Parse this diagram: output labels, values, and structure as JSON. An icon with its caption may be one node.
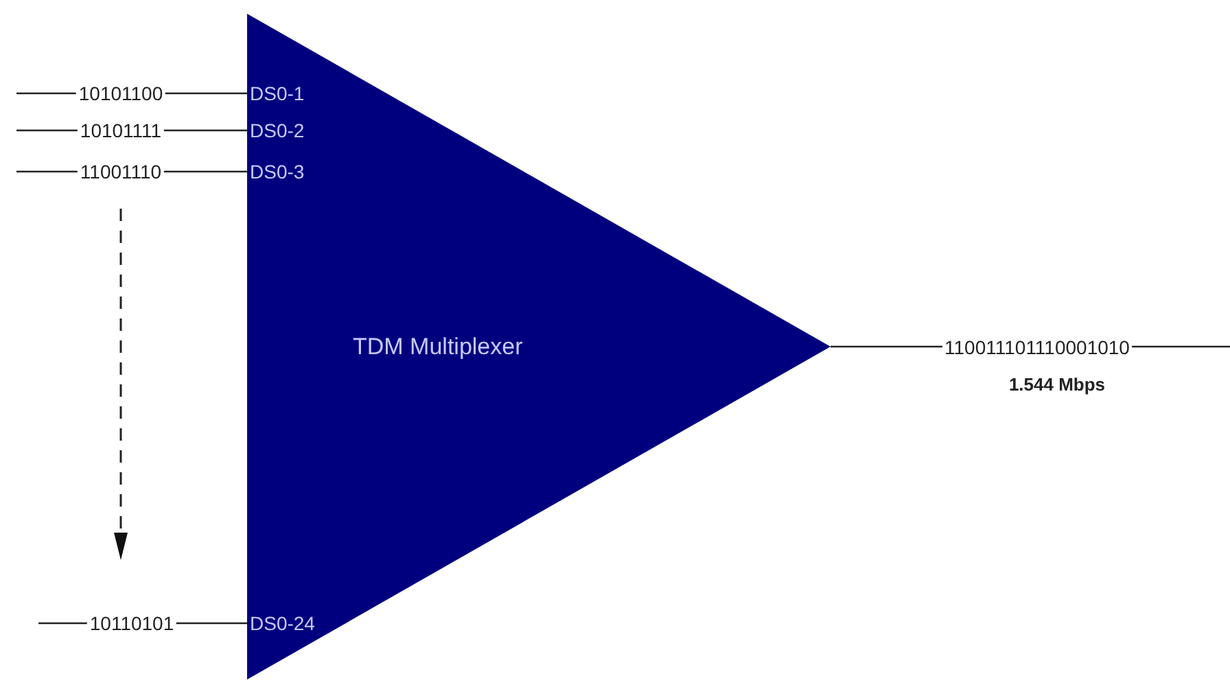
{
  "diagram": {
    "nodes": [
      {
        "text": [
          "TDM Multiplexer"
        ]
      },
      {
        "text": [
          "DS0-1"
        ],
        "in": 0
      },
      {
        "text": [
          "DS0-2"
        ],
        "in": 0
      },
      {
        "text": [
          "DS0-3"
        ],
        "in": 0
      },
      {
        "text": [
          "DS0-24"
        ],
        "in": 0
      }
    ],
    "edges": [
      {
        "from": null,
        "to": 1,
        "arrow": "none",
        "label": "10101100"
      },
      {
        "from": null,
        "to": 2,
        "arrow": "none",
        "label": "10101111"
      },
      {
        "from": null,
        "to": 3,
        "arrow": "none",
        "label": "11001110"
      },
      {
        "from": null,
        "to": 4,
        "arrow": "none",
        "label": "10110101"
      },
      {
        "from": 0,
        "to": null,
        "arrow": "none",
        "label": "110011101110001010"
      }
    ],
    "labels": [
      "1.544 Mbps"
    ]
  }
}
